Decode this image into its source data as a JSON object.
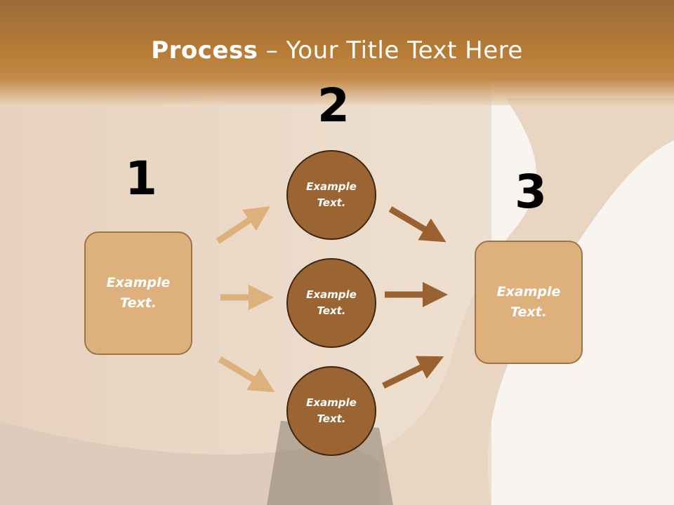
{
  "title": {
    "bold": "Process",
    "rest": " – Your Title Text Here"
  },
  "steps": {
    "one": "1",
    "two": "2",
    "three": "3"
  },
  "left_box": {
    "text": "Example\nText."
  },
  "right_box": {
    "text": "Example\nText."
  },
  "circles": [
    {
      "text": "Example\nText."
    },
    {
      "text": "Example\nText."
    },
    {
      "text": "Example\nText."
    }
  ],
  "colors": {
    "banner": "#b57a33",
    "box_fill": "#ddb07c",
    "circle_fill": "#9a6532",
    "arrow_light": "#deb07c",
    "arrow_dark": "#9a6230"
  }
}
